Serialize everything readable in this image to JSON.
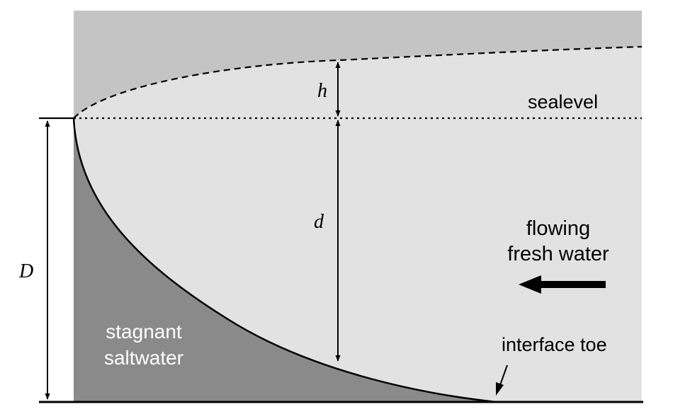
{
  "labels": {
    "h": "h",
    "sealevel": "sealevel",
    "d": "d",
    "D": "D",
    "flowing_line1": "flowing",
    "flowing_line2": "fresh water",
    "stagnant_line1": "stagnant",
    "stagnant_line2": "saltwater",
    "interface_toe": "interface toe"
  },
  "colors": {
    "background": "#ffffff",
    "land": "#c4c4c4",
    "fresh_water": "#e2e2e2",
    "saltwater": "#8a8a8a",
    "lines": "#000000"
  }
}
